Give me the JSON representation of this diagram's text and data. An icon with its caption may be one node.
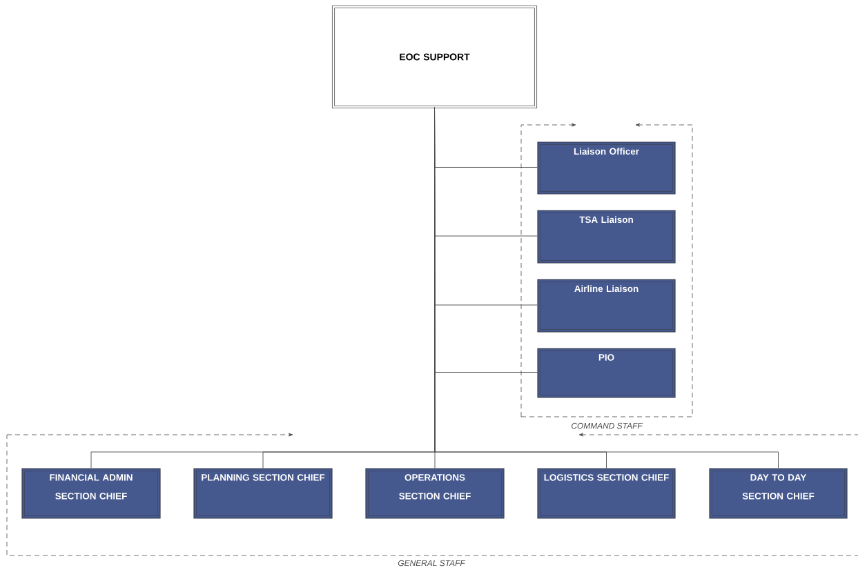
{
  "diagram": {
    "nodes": [
      {
        "text": [
          "EOC SUPPORT"
        ]
      },
      {
        "text": [
          "COMMAND STAFF"
        ]
      },
      {
        "text": [
          "Liaison Officer"
        ],
        "in": 1
      },
      {
        "text": [
          "TSA Liaison"
        ],
        "in": 1
      },
      {
        "text": [
          "Airline Liaison"
        ],
        "in": 1
      },
      {
        "text": [
          "PIO"
        ],
        "in": 1
      },
      {
        "text": [
          "GENERAL STAFF"
        ]
      },
      {
        "text": [
          "FINANCIAL ADMIN SECTION CHIEF"
        ],
        "in": 6
      },
      {
        "text": [
          "PLANNING SECTION CHIEF"
        ],
        "in": 6
      },
      {
        "text": [
          "OPERATIONS SECTION CHIEF"
        ],
        "in": 6
      },
      {
        "text": [
          "LOGISTICS SECTION CHIEF"
        ],
        "in": 6
      },
      {
        "text": [
          "DAY TO DAY SECTION CHIEF"
        ],
        "in": 6
      }
    ],
    "edges": [
      {
        "from": 0,
        "to": 2,
        "arrow": "none"
      },
      {
        "from": 0,
        "to": 3,
        "arrow": "none"
      },
      {
        "from": 0,
        "to": 4,
        "arrow": "none"
      },
      {
        "from": 0,
        "to": 5,
        "arrow": "none"
      },
      {
        "from": 0,
        "to": 7,
        "arrow": "none"
      },
      {
        "from": 0,
        "to": 8,
        "arrow": "none"
      },
      {
        "from": 0,
        "to": 9,
        "arrow": "none"
      },
      {
        "from": 0,
        "to": 10,
        "arrow": "none"
      },
      {
        "from": 0,
        "to": 11,
        "arrow": "none"
      }
    ]
  }
}
